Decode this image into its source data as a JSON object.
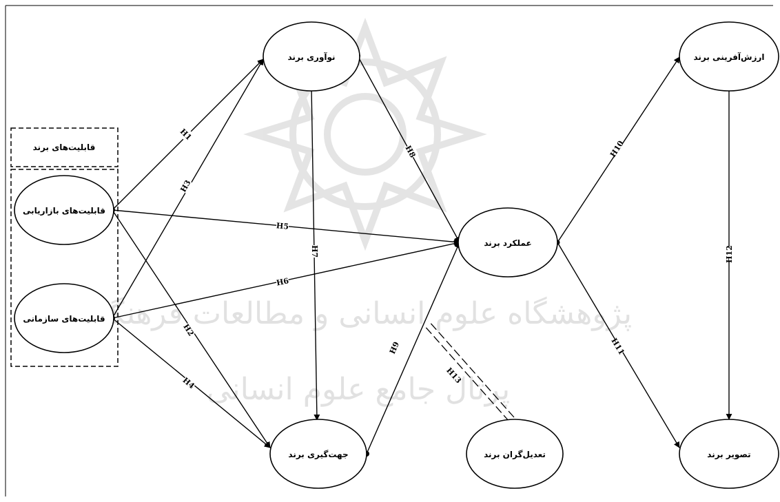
{
  "group": {
    "label": "قابلیت‌های برند"
  },
  "nodes": {
    "marketing": "قابلیت‌های بازاریابی",
    "organizational": "قابلیت‌های سازمانی",
    "innovation": "نوآوری برند",
    "orientation": "جهت‌گیری برند",
    "performance": "عملکرد برند",
    "moderators": "تعدیل‌گران برند",
    "value_creation": "ارزش‌آفرینی برند",
    "image": "تصویر  برند"
  },
  "hypotheses": {
    "h1": "H1",
    "h2": "H2",
    "h3": "H3",
    "h4": "H4",
    "h5": "H5",
    "h6": "H6",
    "h7": "H7",
    "h8": "H8",
    "h9": "H9",
    "h10": "H10",
    "h11": "H11",
    "h12": "H12",
    "h13": "H13"
  },
  "watermark": {
    "line1": "پژوهشگاه علوم انسانی و مطالعات فرهنگی",
    "line2": "پرتال جامع علوم انسانی"
  }
}
